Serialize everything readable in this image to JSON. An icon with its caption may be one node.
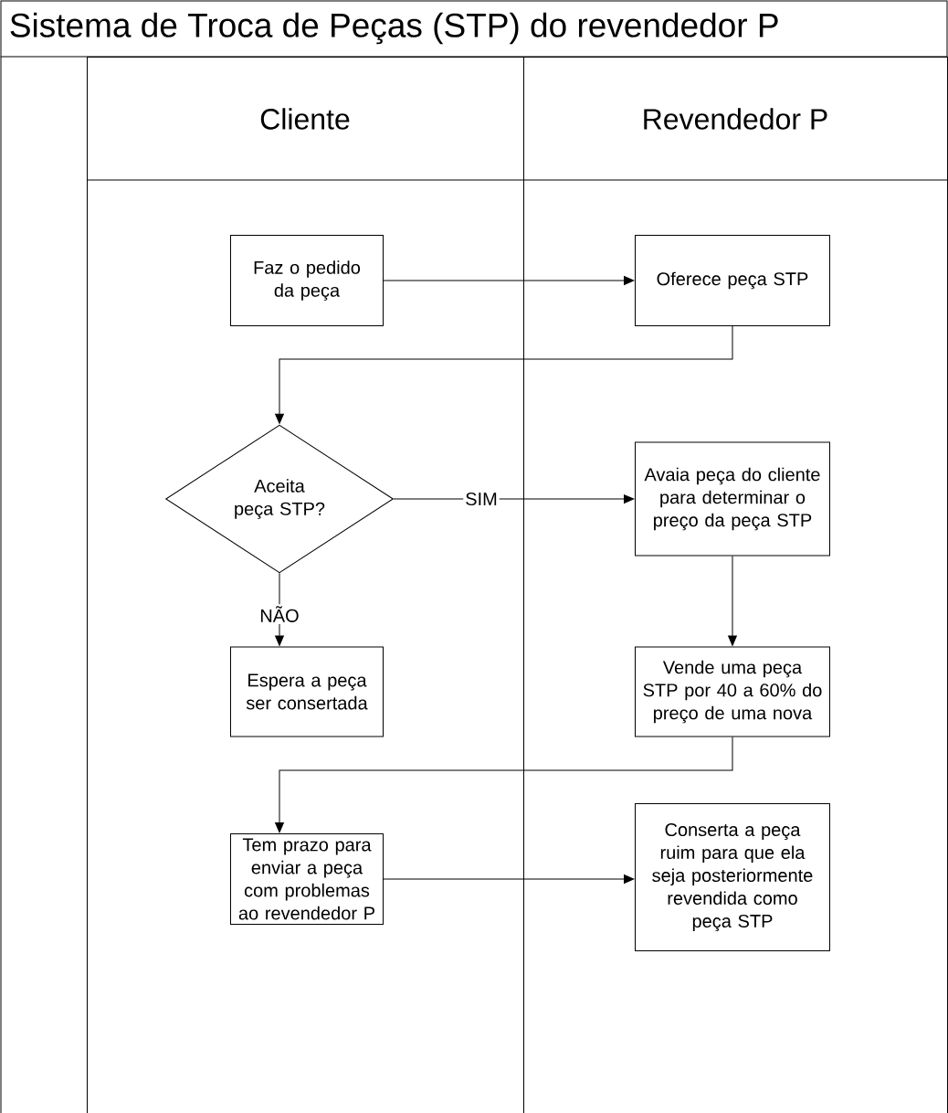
{
  "diagram": {
    "title": "Sistema de Troca de Peças  (STP) do revendedor P",
    "nodes": [
      {
        "text": [
          "Cliente"
        ]
      },
      {
        "text": [
          "Revendedor P"
        ]
      },
      {
        "text": [
          "Faz o pedido da peça"
        ],
        "in": 0
      },
      {
        "text": [
          "Oferece peça STP"
        ],
        "in": 1
      },
      {
        "text": [
          "Aceita peça STP?"
        ],
        "in": 0
      },
      {
        "text": [
          "Avaia peça do cliente para determinar o preço da peça STP"
        ],
        "in": 1
      },
      {
        "text": [
          "Espera a peça ser consertada"
        ],
        "in": 0
      },
      {
        "text": [
          "Vende uma peça STP por 40 a 60% do preço de uma nova"
        ],
        "in": 1
      },
      {
        "text": [
          "Tem prazo para enviar a peça com problemas ao revendedor P"
        ],
        "in": 0
      },
      {
        "text": [
          "Conserta a peça ruim para que ela seja posteriormente revendida como peça STP"
        ],
        "in": 1
      }
    ],
    "edges": [
      {
        "from": 2,
        "to": 3,
        "arrow": "to"
      },
      {
        "from": 3,
        "to": 4,
        "arrow": "to"
      },
      {
        "from": 4,
        "to": 5,
        "arrow": "to",
        "label": "SIM"
      },
      {
        "from": 4,
        "to": 6,
        "arrow": "to",
        "label": "NÃO"
      },
      {
        "from": 5,
        "to": 7,
        "arrow": "to"
      },
      {
        "from": 7,
        "to": 8,
        "arrow": "to"
      },
      {
        "from": 8,
        "to": 9,
        "arrow": "to"
      }
    ]
  }
}
